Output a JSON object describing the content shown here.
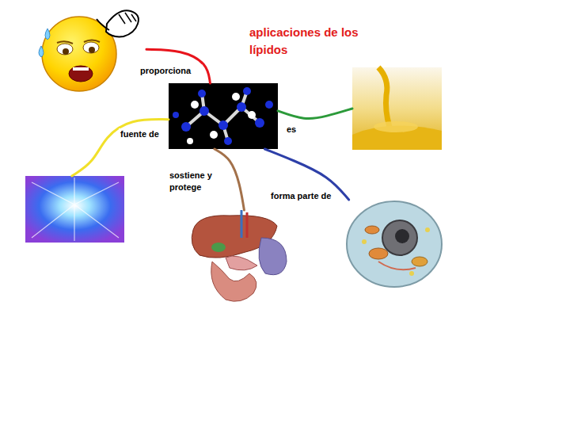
{
  "diagram": {
    "title": "aplicaciones de los lípidos",
    "nodes": [
      {
        "text": []
      },
      {
        "text": []
      },
      {
        "text": []
      },
      {
        "text": []
      },
      {
        "text": []
      },
      {
        "text": []
      }
    ],
    "edges": [
      {
        "from": 1,
        "to": 0,
        "label": "proporciona",
        "arrow": "none"
      },
      {
        "from": 1,
        "to": 2,
        "label": "es",
        "arrow": "none"
      },
      {
        "from": 1,
        "to": 3,
        "label": "fuente de",
        "arrow": "none"
      },
      {
        "from": 1,
        "to": 4,
        "label": "sostiene y protege",
        "arrow": "none"
      },
      {
        "from": 1,
        "to": 5,
        "label": "forma parte de",
        "arrow": "none"
      }
    ]
  }
}
